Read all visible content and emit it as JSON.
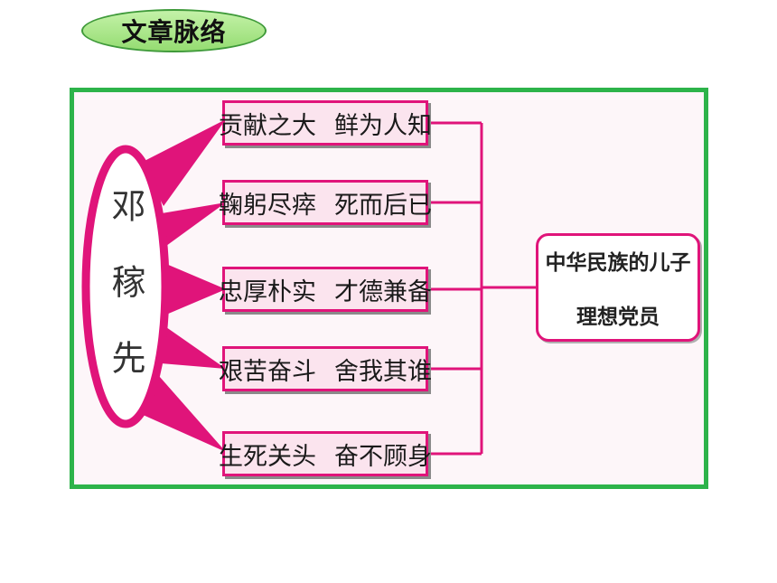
{
  "title": "文章脉络",
  "center_name": "邓稼先",
  "traits": [
    {
      "left": "贡献之大",
      "right": "鲜为人知"
    },
    {
      "left": "鞠躬尽瘁",
      "right": "死而后已"
    },
    {
      "left": "忠厚朴实",
      "right": "才德兼备"
    },
    {
      "left": "艰苦奋斗",
      "right": "舍我其谁"
    },
    {
      "left": "生死关头",
      "right": "奋不顾身"
    }
  ],
  "conclusion": {
    "line1": "中华民族的儿子",
    "line2": "理想党员"
  },
  "colors": {
    "accent": "#e0147a",
    "frame": "#2db34a",
    "badge": "#a6e58a"
  }
}
